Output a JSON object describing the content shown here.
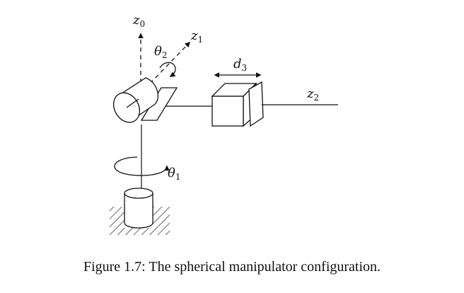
{
  "diagram": {
    "labels": {
      "z0": {
        "base": "z",
        "sub": "0"
      },
      "z1": {
        "base": "z",
        "sub": "1"
      },
      "z2": {
        "base": "z",
        "sub": "2"
      },
      "theta1": {
        "base": "θ",
        "sub": "1"
      },
      "theta2": {
        "base": "θ",
        "sub": "2"
      },
      "d3": {
        "base": "d",
        "sub": "3"
      }
    },
    "stroke_color": "#111111"
  },
  "caption": {
    "text": "Figure 1.7: The spherical manipulator configuration."
  }
}
